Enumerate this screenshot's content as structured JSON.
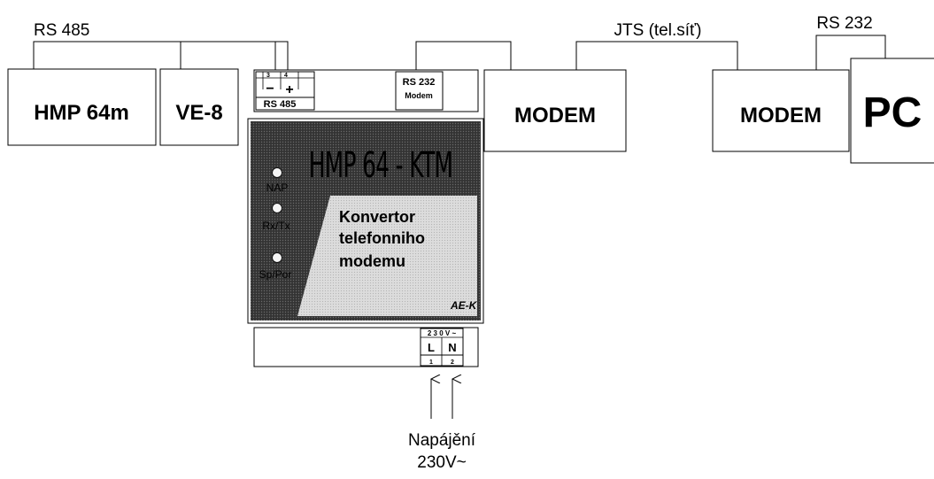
{
  "bus_labels": {
    "rs485": "RS 485",
    "jts": "JTS (tel.síť)",
    "rs232": "RS 232"
  },
  "devices": {
    "hmp64m": "HMP 64m",
    "ve8": "VE-8",
    "modem_left": "MODEM",
    "modem_right": "MODEM",
    "pc": "PC"
  },
  "terminal_top": {
    "pin3": "3",
    "pin4": "4",
    "minus": "−",
    "plus": "+",
    "rs485": "RS 485",
    "rs232_line1": "RS 232",
    "rs232_line2": "Modem"
  },
  "front_panel": {
    "title": "HMP 64 - KTM",
    "led_labels": [
      "NAP",
      "Rx/Tx",
      "Sp/Por"
    ],
    "description_lines": [
      "Konvertor",
      "telefonniho",
      "modemu"
    ],
    "brand": "AE-K"
  },
  "terminal_bottom": {
    "voltage": "2 3 0 V ~",
    "L": "L",
    "N": "N",
    "pin1": "1",
    "pin2": "2"
  },
  "power_caption": {
    "line1": "Napájění",
    "line2": "230V~"
  },
  "colors": {
    "panel_dark": "#3a3a3a",
    "panel_light": "#d8d8d8",
    "panel_title": "#e8e8e8"
  }
}
